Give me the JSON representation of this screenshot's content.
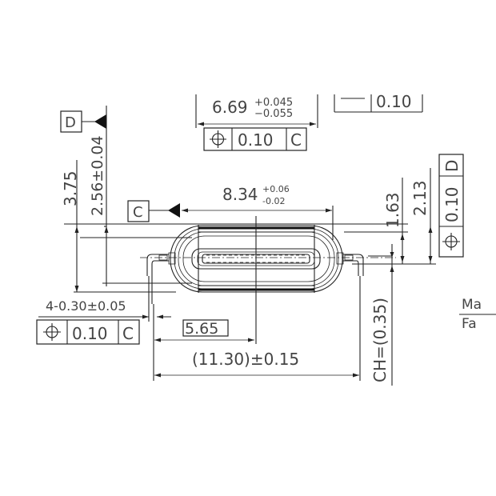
{
  "drawing": {
    "top_dim": {
      "base": "6.69",
      "upper": "+0.045",
      "lower": "−0.055"
    },
    "top_fcf": {
      "symbol": "position",
      "tolerance": "0.10",
      "datum": "C"
    },
    "top_right_fcf": {
      "symbol": "flatness",
      "tolerance": "0.10"
    },
    "datum_d": "D",
    "datum_c": "C",
    "dim_3_75": "3.75",
    "dim_2_56": "2.56±0.04",
    "width_dim": {
      "base": "8.34",
      "upper": "+0.06",
      "lower": "-0.02"
    },
    "dim_1_63": "1.63",
    "dim_2_13": "2.13",
    "right_fcf": {
      "symbol": "position",
      "tolerance": "0.10",
      "datum": "D"
    },
    "pin_dim": "4-0.30±0.05",
    "left_fcf": {
      "symbol": "position",
      "tolerance": "0.10",
      "datum": "C"
    },
    "dim_5_65": "5.65",
    "dim_11_30": "(11.30)±0.15",
    "chamfer": "CH=(0.35)",
    "side_label_1": "Ma",
    "side_label_2": "Fa"
  }
}
